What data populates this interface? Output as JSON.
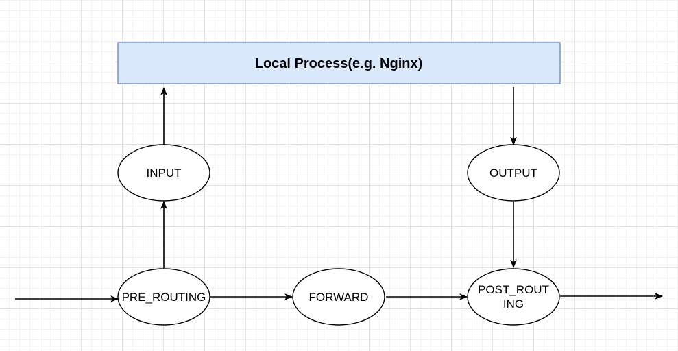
{
  "diagram": {
    "process": {
      "label": "Local Process(e.g. Nginx)",
      "fill": "#dae8fc",
      "stroke": "#6c8ebf"
    },
    "nodes": {
      "input": "INPUT",
      "output": "OUTPUT",
      "pre_routing": "PRE_ROUTING",
      "forward": "FORWARD",
      "post_routing_line1": "POST_ROUT",
      "post_routing_line2": "ING"
    },
    "edges": [
      {
        "from": "entry",
        "to": "PRE_ROUTING"
      },
      {
        "from": "PRE_ROUTING",
        "to": "INPUT"
      },
      {
        "from": "INPUT",
        "to": "Local Process(e.g. Nginx)"
      },
      {
        "from": "Local Process(e.g. Nginx)",
        "to": "OUTPUT"
      },
      {
        "from": "OUTPUT",
        "to": "POST_ROUTING"
      },
      {
        "from": "PRE_ROUTING",
        "to": "FORWARD"
      },
      {
        "from": "FORWARD",
        "to": "POST_ROUTING"
      },
      {
        "from": "POST_ROUTING",
        "to": "exit"
      }
    ]
  }
}
